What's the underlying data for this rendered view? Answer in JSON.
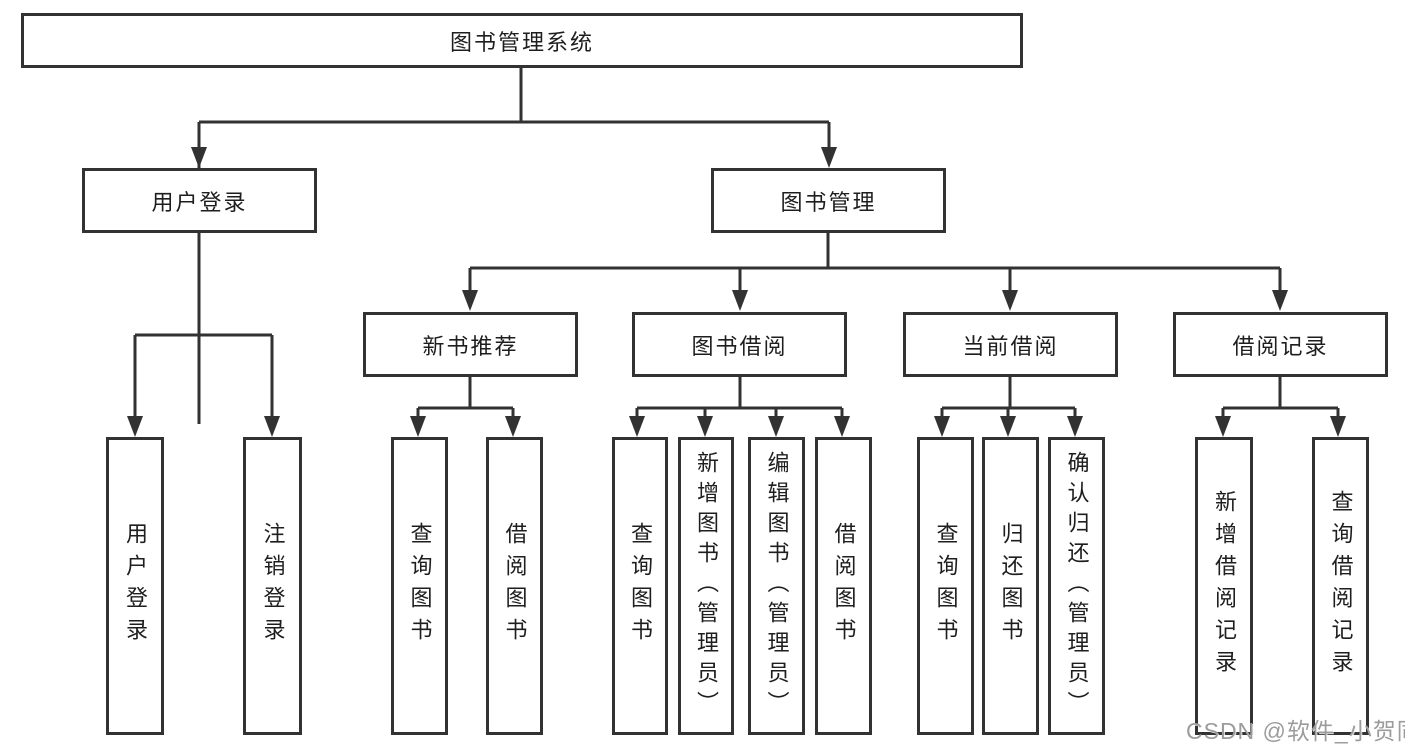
{
  "tree": {
    "root": {
      "label": "图书管理系统"
    },
    "level2": [
      {
        "label": "用户登录",
        "children": [
          {
            "label": "用户登录"
          },
          {
            "label": "注销登录"
          }
        ]
      },
      {
        "label": "图书管理",
        "groups": [
          {
            "label": "新书推荐",
            "children": [
              {
                "label": "查询图书"
              },
              {
                "label": "借阅图书"
              }
            ]
          },
          {
            "label": "图书借阅",
            "children": [
              {
                "label": "查询图书"
              },
              {
                "label": "新增图书（管理员）"
              },
              {
                "label": "编辑图书（管理员）"
              },
              {
                "label": "借阅图书"
              }
            ]
          },
          {
            "label": "当前借阅",
            "children": [
              {
                "label": "查询图书"
              },
              {
                "label": "归还图书"
              },
              {
                "label": "确认归还（管理员）"
              }
            ]
          },
          {
            "label": "借阅记录",
            "children": [
              {
                "label": "新增借阅记录"
              },
              {
                "label": "查询借阅记录"
              }
            ]
          }
        ]
      }
    ]
  },
  "watermark": "CSDN @软件_小贺同学",
  "colors": {
    "line": "#323232",
    "text": "#1e1e1e",
    "watermark": "#9c9c9c",
    "background": "#ffffff"
  }
}
